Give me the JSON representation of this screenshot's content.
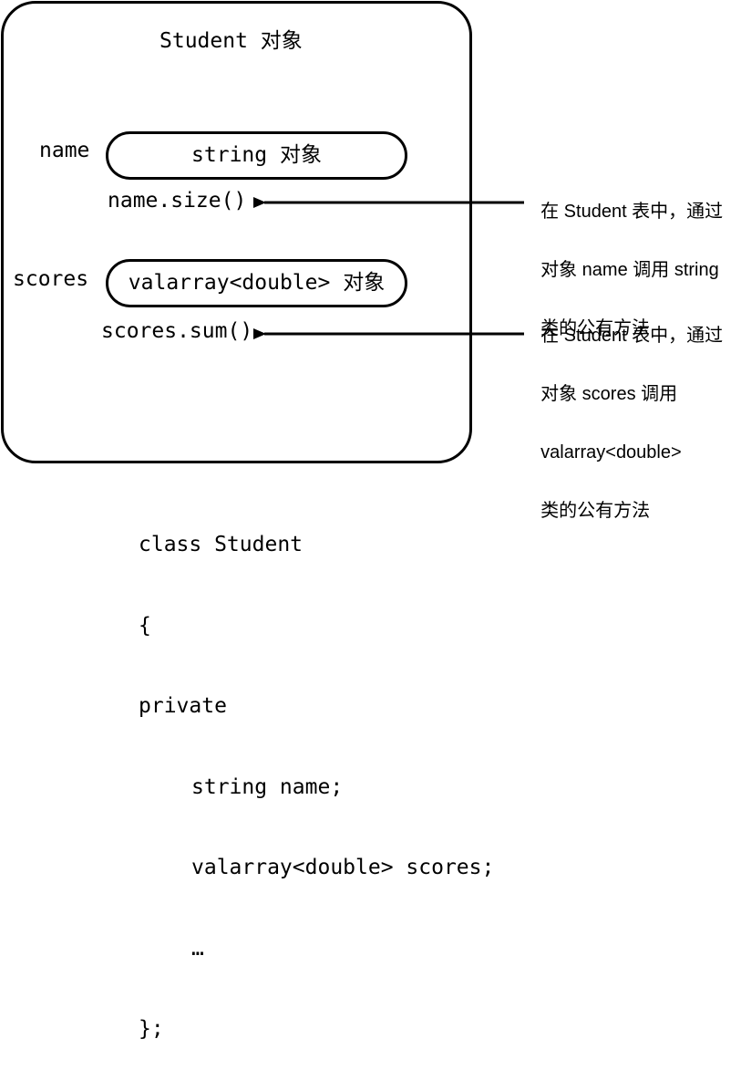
{
  "object_box": {
    "title": "Student 对象",
    "name_label": "name",
    "name_object": "string 对象",
    "name_method": "name.size()",
    "scores_label": "scores",
    "scores_object": "valarray<double> 对象",
    "scores_method": "scores.sum()"
  },
  "annotations": {
    "name_note": [
      "在 Student 表中，通过",
      "对象 name 调用 string",
      "类的公有方法"
    ],
    "scores_note": [
      "在 Student 表中，通过",
      "对象 scores 调用",
      "valarray<double>",
      "类的公有方法"
    ]
  },
  "code": {
    "lines": [
      "class Student",
      "{",
      "private",
      "string name;",
      "valarray<double> scores;",
      "…",
      "};"
    ]
  }
}
